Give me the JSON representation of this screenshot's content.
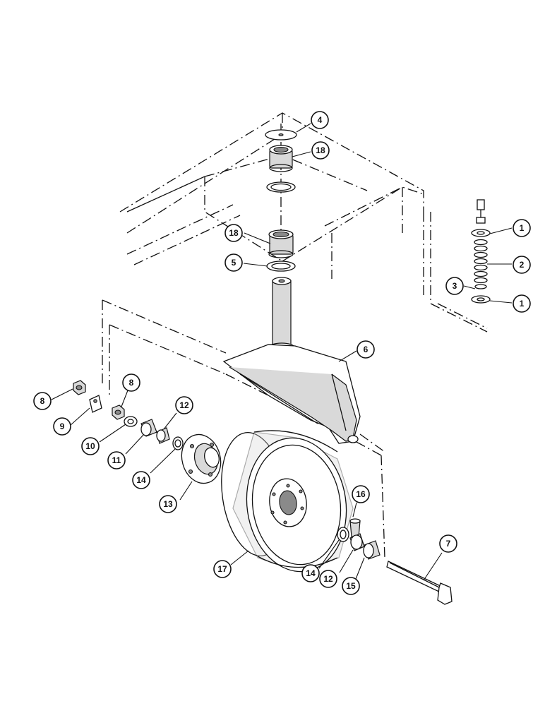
{
  "callouts": {
    "c4": "4",
    "c18a": "18",
    "c18b": "18",
    "c5": "5",
    "c1a": "1",
    "c2": "2",
    "c3": "3",
    "c1b": "1",
    "c6": "6",
    "c8a": "8",
    "c8b": "8",
    "c9": "9",
    "c10": "10",
    "c11": "11",
    "c12a": "12",
    "c14a": "14",
    "c13": "13",
    "c17": "17",
    "c16": "16",
    "c14b": "14",
    "c12b": "12",
    "c15": "15",
    "c7": "7"
  }
}
